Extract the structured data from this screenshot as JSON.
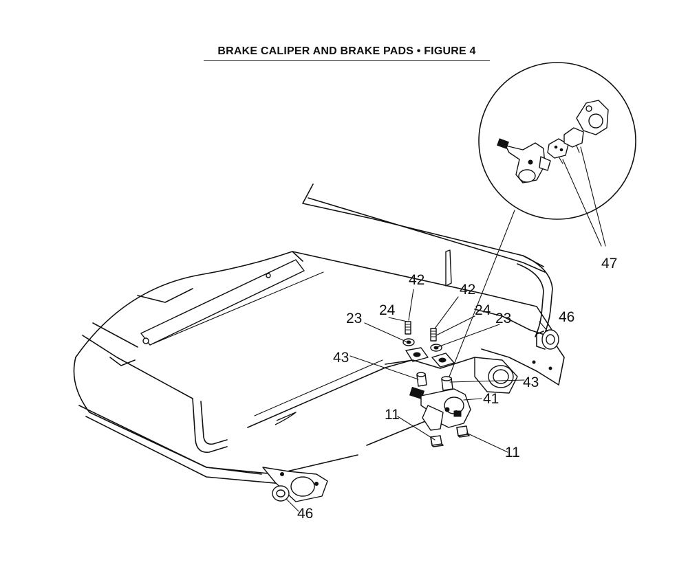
{
  "title": "BRAKE CALIPER AND BRAKE PADS  •  FIGURE 4",
  "callouts": {
    "c47": "47",
    "c42a": "42",
    "c42b": "42",
    "c24a": "24",
    "c24b": "24",
    "c23a": "23",
    "c23b": "23",
    "c43a": "43",
    "c43b": "43",
    "c46a": "46",
    "c46b": "46",
    "c41": "41",
    "c11a": "11",
    "c11b": "11"
  }
}
